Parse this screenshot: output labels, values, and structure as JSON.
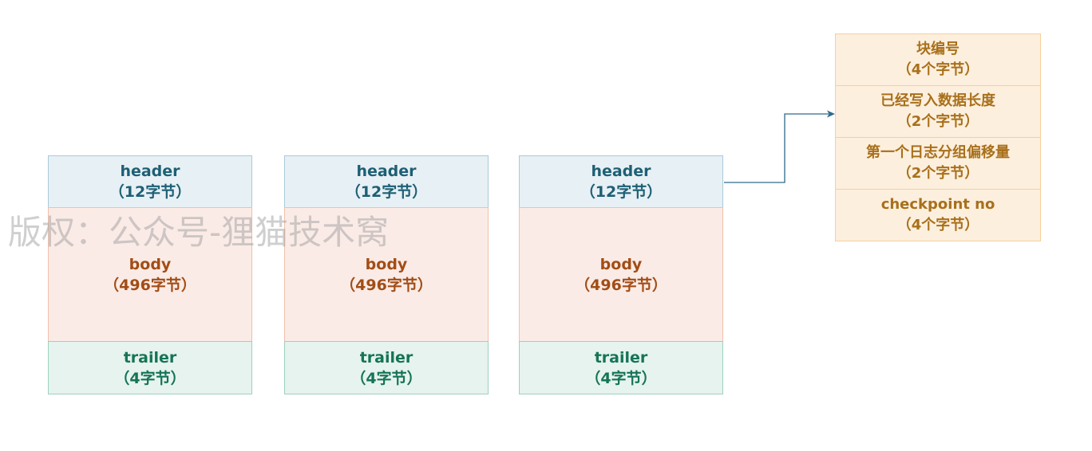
{
  "blocks": [
    {
      "header": {
        "title": "header",
        "size": "（12字节）"
      },
      "body": {
        "title": "body",
        "size": "（496字节）"
      },
      "trailer": {
        "title": "trailer",
        "size": "（4字节）"
      }
    },
    {
      "header": {
        "title": "header",
        "size": "（12字节）"
      },
      "body": {
        "title": "body",
        "size": "（496字节）"
      },
      "trailer": {
        "title": "trailer",
        "size": "（4字节）"
      }
    },
    {
      "header": {
        "title": "header",
        "size": "（12字节）"
      },
      "body": {
        "title": "body",
        "size": "（496字节）"
      },
      "trailer": {
        "title": "trailer",
        "size": "（4字节）"
      }
    }
  ],
  "header_detail": [
    {
      "title": "块编号",
      "size": "（4个字节）"
    },
    {
      "title": "已经写入数据长度",
      "size": "（2个字节）"
    },
    {
      "title": "第一个日志分组偏移量",
      "size": "（2个字节）"
    },
    {
      "title": "checkpoint no",
      "size": "（4个字节）"
    }
  ],
  "watermark": "版权：公众号-狸猫技术窝",
  "colors": {
    "header_fill": "#e7f0f4",
    "body_fill": "#fbebe6",
    "trailer_fill": "#e6f3ee",
    "detail_fill": "#fdefde",
    "connector": "#2d6a8c"
  }
}
